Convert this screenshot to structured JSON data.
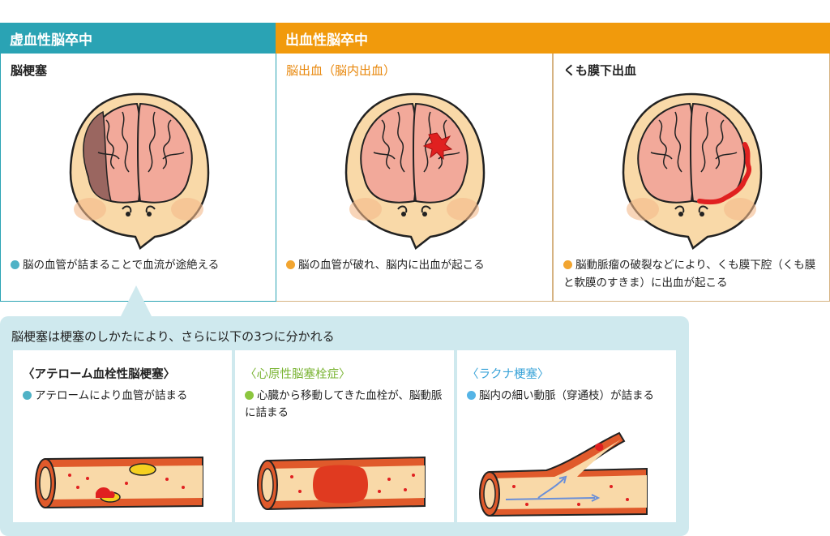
{
  "headers": {
    "ischemic": "虚血性脳卒中",
    "hemorrhagic": "出血性脳卒中"
  },
  "panels": [
    {
      "title": "脳梗塞",
      "desc": "脳の血管が詰まることで血流が途絶える"
    },
    {
      "title": "脳出血（脳内出血）",
      "desc": "脳の血管が破れ、脳内に出血が起こる"
    },
    {
      "title": "くも膜下出血",
      "desc": "脳動脈瘤の破裂などにより、くも膜下腔（くも膜と軟膜のすきま）に出血が起こる"
    }
  ],
  "callout": {
    "title": "脳梗塞は梗塞のしかたにより、さらに以下の3つに分かれる",
    "types": [
      {
        "title": "〈アテローム血栓性脳梗塞〉",
        "desc": "アテロームにより血管が詰まる"
      },
      {
        "title": "〈心原性脳塞栓症〉",
        "desc": "心臓から移動してきた血栓が、脳動脈に詰まる"
      },
      {
        "title": "〈ラクナ梗塞〉",
        "desc": "脳内の細い動脈（穿通枝）が詰まる"
      }
    ]
  },
  "colors": {
    "ischemic": "#2aa3b4",
    "hemorrhagic": "#f19a0c",
    "callout_bg": "#cfe9ee",
    "brain": "#f2a99a",
    "skin": "#f9d9a8",
    "blood": "#e02020"
  }
}
